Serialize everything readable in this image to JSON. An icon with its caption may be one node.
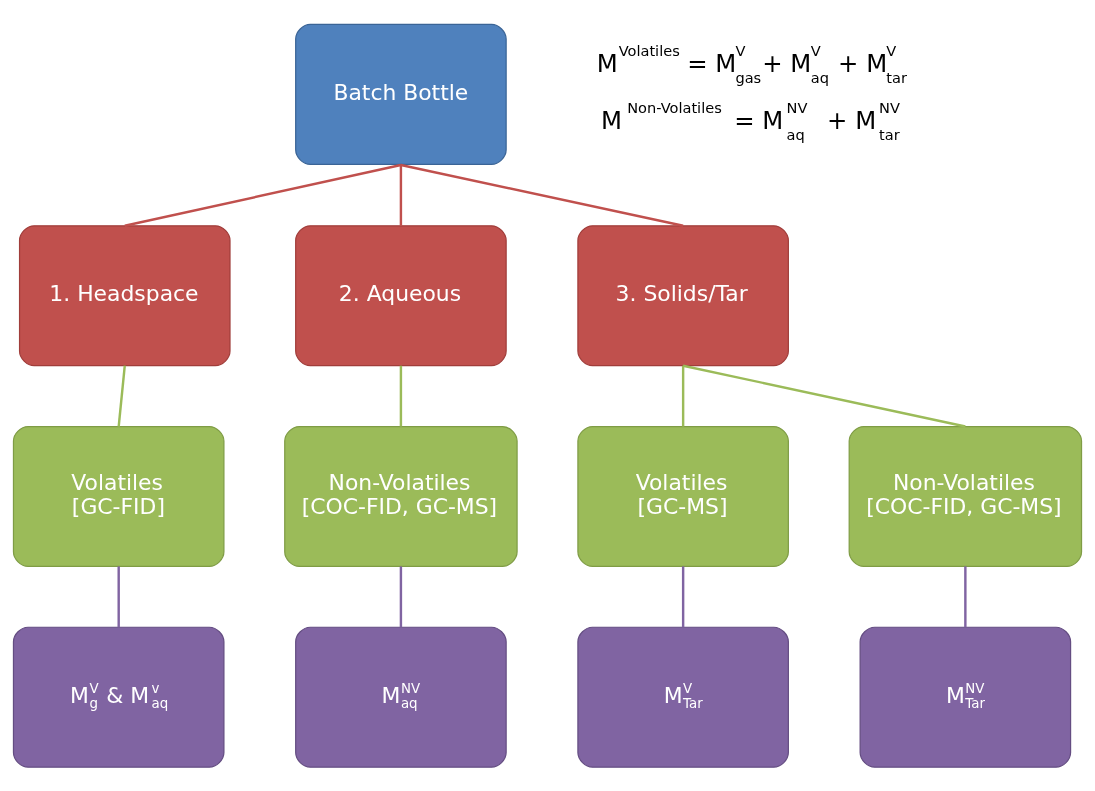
{
  "diagram": {
    "nodes": [
      {
        "text": [
          "Batch Bottle"
        ]
      },
      {
        "text": [
          "1. Headspace"
        ]
      },
      {
        "text": [
          "2. Aqueous"
        ]
      },
      {
        "text": [
          "3. Solids/Tar"
        ]
      },
      {
        "text": [
          "Volatiles",
          "[GC-FID]"
        ]
      },
      {
        "text": [
          "Non-Volatiles",
          "[COC-FID, GC-MS]"
        ]
      },
      {
        "text": [
          "Volatiles",
          "[GC-MS]"
        ]
      },
      {
        "text": [
          "Non-Volatiles",
          "[COC-FID, GC-MS]"
        ]
      },
      {
        "text": [
          "M$^{V}$$_{g}$ & M$^{v}$$_{aq}$"
        ]
      },
      {
        "text": [
          "M$^{NV}$$_{aq}$"
        ]
      },
      {
        "text": [
          "M$^{V}$$_{Tar}$"
        ]
      },
      {
        "text": [
          "M$^{NV}$$_{Tar}$"
        ]
      }
    ],
    "edges": [
      {
        "from": 0,
        "to": 1,
        "arrow": "none",
        "color": "#c0504d"
      },
      {
        "from": 0,
        "to": 2,
        "arrow": "none",
        "color": "#c0504d"
      },
      {
        "from": 0,
        "to": 3,
        "arrow": "none",
        "color": "#c0504d"
      },
      {
        "from": 1,
        "to": 4,
        "arrow": "none",
        "color": "#9bbb59"
      },
      {
        "from": 2,
        "to": 5,
        "arrow": "none",
        "color": "#9bbb59"
      },
      {
        "from": 3,
        "to": 6,
        "arrow": "none",
        "color": "#9bbb59"
      },
      {
        "from": 3,
        "to": 7,
        "arrow": "none",
        "color": "#9bbb59"
      },
      {
        "from": 4,
        "to": 8,
        "arrow": "none",
        "color": "#8064a2"
      },
      {
        "from": 5,
        "to": 9,
        "arrow": "none",
        "color": "#8064a2"
      },
      {
        "from": 6,
        "to": 10,
        "arrow": "none",
        "color": "#8064a2"
      },
      {
        "from": 7,
        "to": 11,
        "arrow": "none",
        "color": "#8064a2"
      }
    ],
    "labels": [
      "M$^{Volatiles}$ = M$^{V}$$_{gas}$+ M$^{V}$$_{aq}$ + M$^{V}$$_{tar}$",
      "M$^{Non-Volatiles}$= M$^{NV}$$_{aq}$ + M$^{NV}$$_{tar}$"
    ]
  }
}
